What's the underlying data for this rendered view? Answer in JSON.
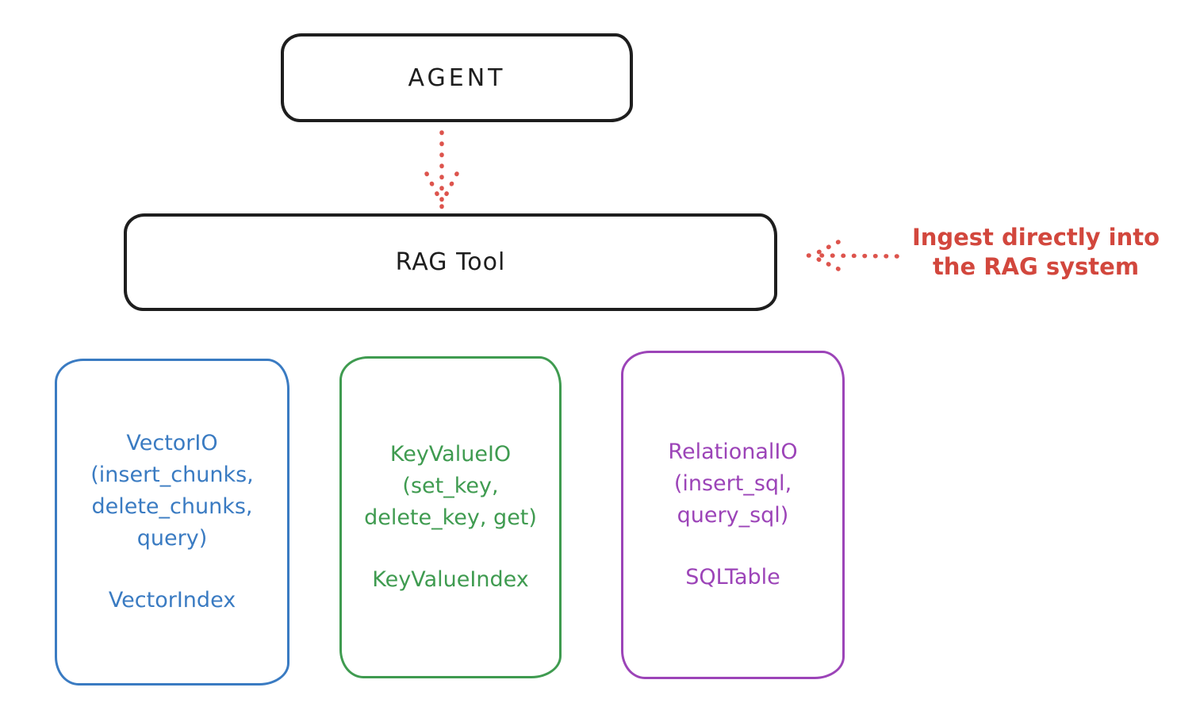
{
  "diagram": {
    "background": "#ffffff",
    "ink_color": "#1e1e1e",
    "agent_box": {
      "label": "AGENT"
    },
    "rag_tool_box": {
      "label": "RAG Tool"
    },
    "agent_to_rag_arrow": {
      "style": "dotted",
      "direction": "down",
      "color": "#dd544d"
    },
    "ingest_annotation": {
      "line1": "Ingest directly into",
      "line2": "the RAG system",
      "text_color": "#d2473d",
      "arrow": {
        "style": "dotted",
        "direction": "left",
        "color": "#dd544d"
      }
    },
    "io_boxes": [
      {
        "title_lines": [
          "VectorIO",
          "(insert_chunks,",
          "delete_chunks,",
          "query)"
        ],
        "index_label": "VectorIndex",
        "color": "#3a7bc2"
      },
      {
        "title_lines": [
          "KeyValueIO",
          "(set_key,",
          "delete_key, get)"
        ],
        "index_label": "KeyValueIndex",
        "color": "#3f9b50"
      },
      {
        "title_lines": [
          "RelationalIO",
          "(insert_sql,",
          "query_sql)"
        ],
        "index_label": "SQLTable",
        "color": "#9c44b8"
      }
    ]
  }
}
